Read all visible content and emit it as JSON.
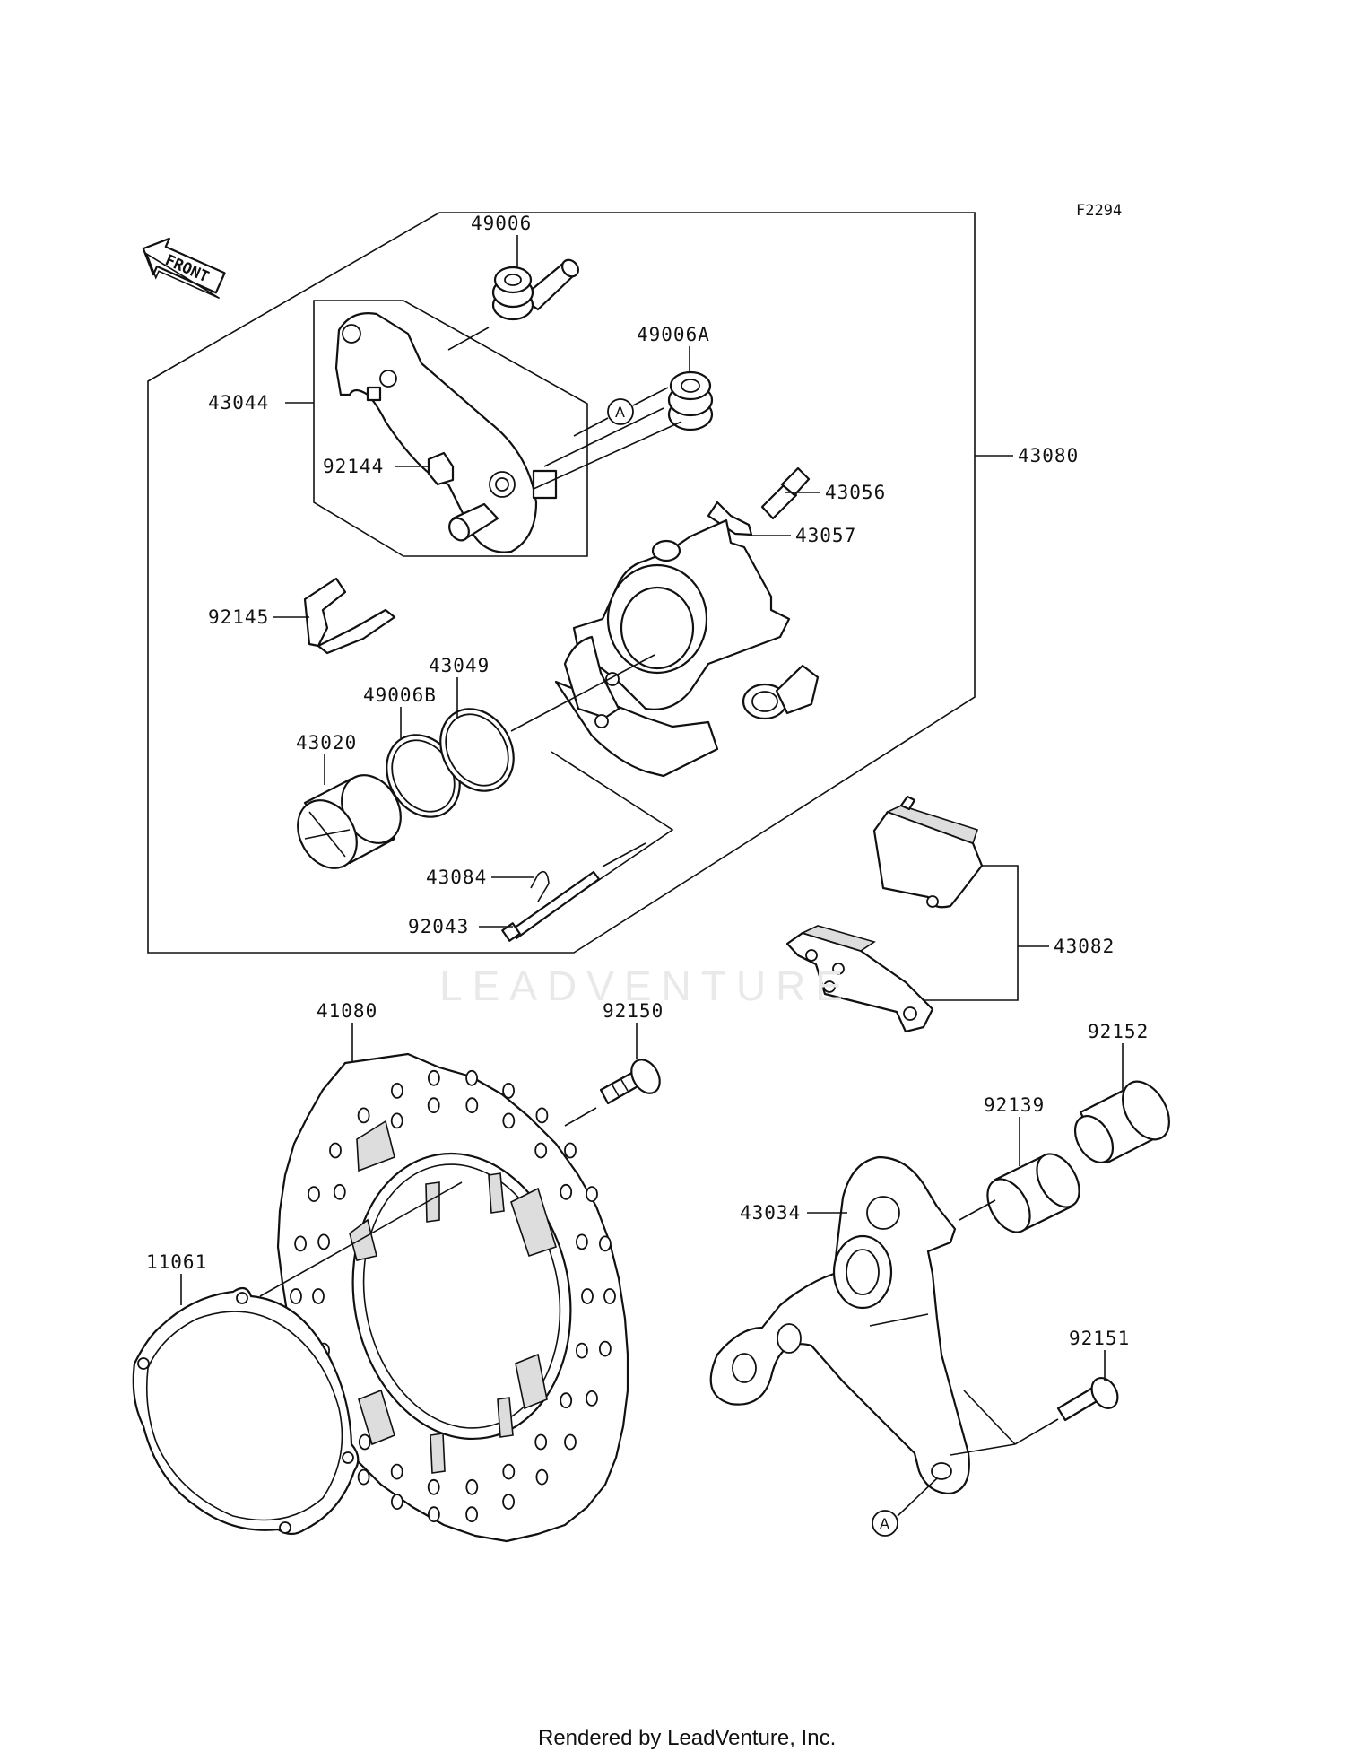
{
  "diagram_code": "F2294",
  "front_marker": "FRONT",
  "reference_marker": "A",
  "watermark": "LEADVENTURE",
  "credit": "Rendered by LeadVenture, Inc.",
  "callouts": [
    {
      "id": "49006",
      "text": "49006"
    },
    {
      "id": "49006a",
      "text": "49006A"
    },
    {
      "id": "43044",
      "text": "43044"
    },
    {
      "id": "92144",
      "text": "92144"
    },
    {
      "id": "43080",
      "text": "43080"
    },
    {
      "id": "43056",
      "text": "43056"
    },
    {
      "id": "43057",
      "text": "43057"
    },
    {
      "id": "92145",
      "text": "92145"
    },
    {
      "id": "43049",
      "text": "43049"
    },
    {
      "id": "49006b",
      "text": "49006B"
    },
    {
      "id": "43020",
      "text": "43020"
    },
    {
      "id": "43084",
      "text": "43084"
    },
    {
      "id": "92043",
      "text": "92043"
    },
    {
      "id": "43082",
      "text": "43082"
    },
    {
      "id": "41080",
      "text": "41080"
    },
    {
      "id": "92150",
      "text": "92150"
    },
    {
      "id": "92152",
      "text": "92152"
    },
    {
      "id": "92139",
      "text": "92139"
    },
    {
      "id": "43034",
      "text": "43034"
    },
    {
      "id": "11061",
      "text": "11061"
    },
    {
      "id": "92151",
      "text": "92151"
    }
  ]
}
